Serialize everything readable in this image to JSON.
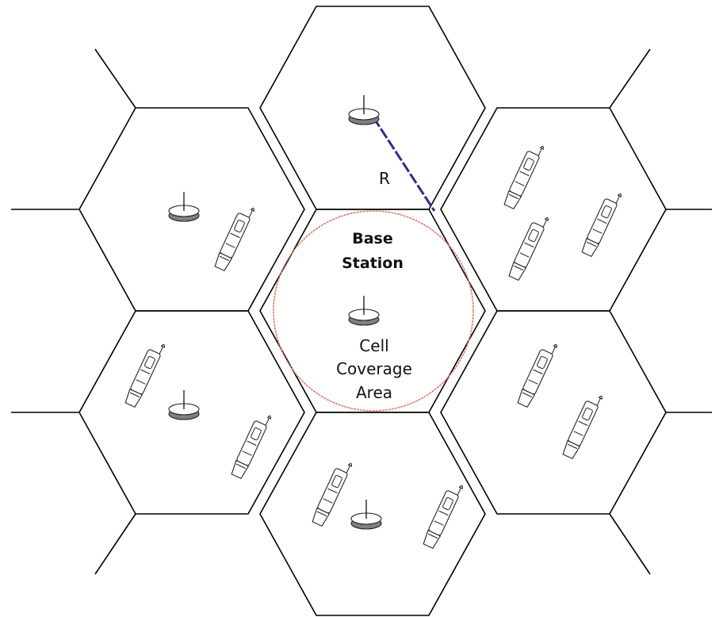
{
  "diagram": {
    "labels": {
      "base_station_line1": "Base",
      "base_station_line2": "Station",
      "coverage_line1": "Cell",
      "coverage_line2": "Coverage",
      "coverage_line3": "Area",
      "radius": "R"
    },
    "colors": {
      "cell_outline": "#000000",
      "radius_line": "#2e2e88",
      "coverage_circle": "#e07a70",
      "antenna_base_fill": "#808080",
      "antenna_top_fill": "#ffffff"
    },
    "cells": [
      {
        "name": "center",
        "base_stations": 1,
        "mobile_phones": 0
      },
      {
        "name": "top",
        "base_stations": 1,
        "mobile_phones": 0
      },
      {
        "name": "upper-left",
        "base_stations": 1,
        "mobile_phones": 1
      },
      {
        "name": "upper-right",
        "base_stations": 0,
        "mobile_phones": 3
      },
      {
        "name": "lower-left",
        "base_stations": 1,
        "mobile_phones": 2
      },
      {
        "name": "lower-right",
        "base_stations": 0,
        "mobile_phones": 2
      },
      {
        "name": "bottom",
        "base_stations": 1,
        "mobile_phones": 2
      }
    ],
    "icons": [
      "base-station-antenna-icon",
      "mobile-phone-icon"
    ]
  }
}
